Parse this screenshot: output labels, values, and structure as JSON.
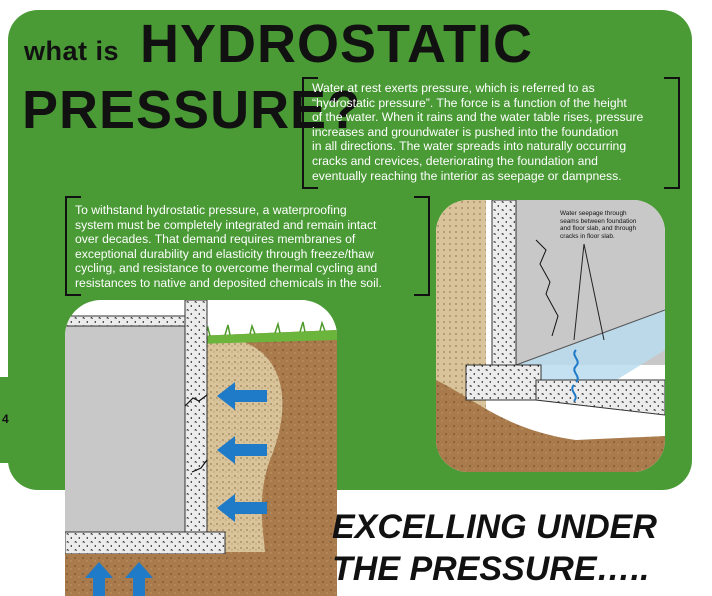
{
  "page_number": "4",
  "title": {
    "prefix": "what is",
    "line1": "HYDROSTATIC",
    "line2": "PRESSURE?"
  },
  "paragraph1": [
    "Water at rest exerts pressure, which is referred to as",
    "“hydrostatic pressure”.  The force is a function of the height",
    "of the water.  When it rains and the water table rises, pressure",
    "increases and groundwater is pushed into the foundation",
    "in all directions. The water spreads into naturally occurring",
    "cracks and crevices, deteriorating the foundation and",
    "eventually reaching the interior as seepage or dampness."
  ],
  "paragraph2": [
    "To withstand hydrostatic pressure, a waterproofing",
    "system must be completely integrated and remain intact",
    "over decades.  That demand requires membranes of",
    "exceptional durability and elasticity through freeze/thaw",
    "cycling, and resistance to overcome thermal cycling and",
    "resistances to native and deposited chemicals in the soil."
  ],
  "seepage_callout": [
    "Water seepage through",
    "seams between foundation",
    "and floor slab, and through",
    "cracks in floor slab."
  ],
  "tagline": {
    "line1": "EXCELLING UNDER",
    "line2": "THE PRESSURE….."
  },
  "colors": {
    "panel_green": "#4a9a36",
    "arrow_blue": "#1f7ac8",
    "soil_brown": "#a87a4c",
    "concrete_gray": "#c8c8c8"
  }
}
